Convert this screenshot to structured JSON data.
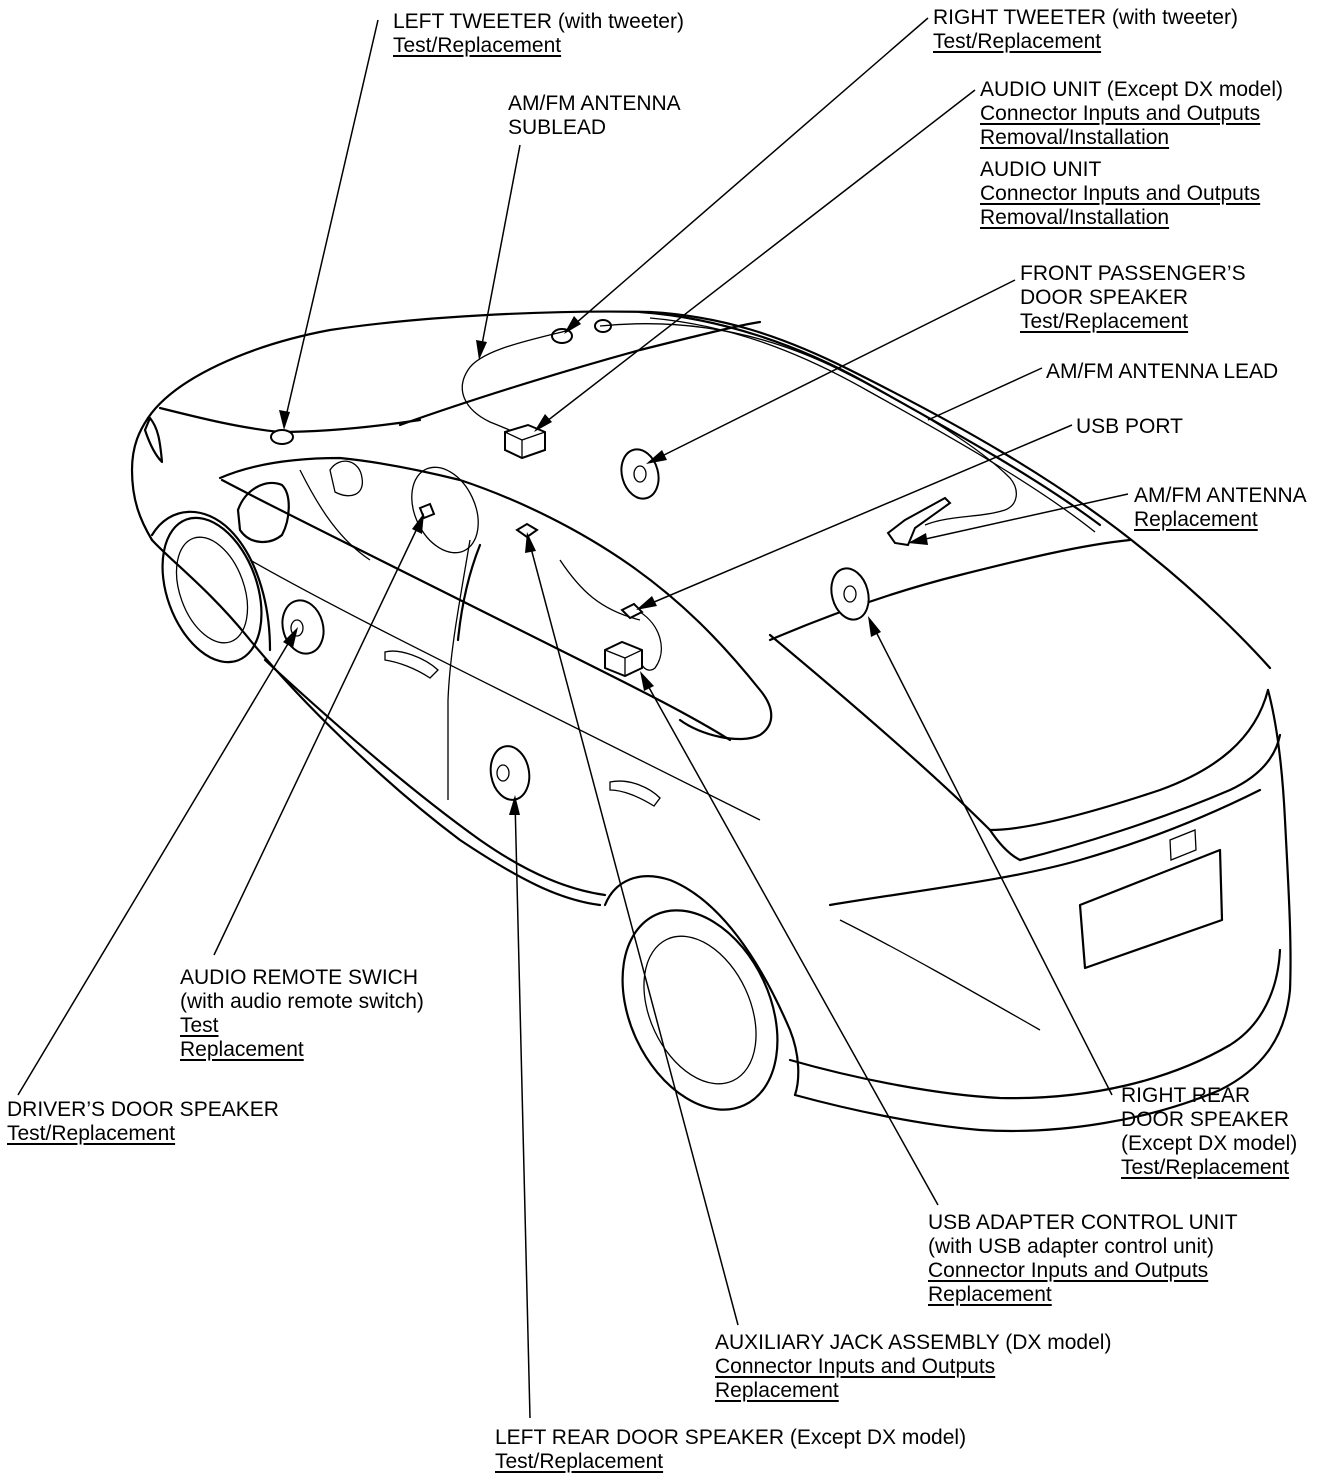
{
  "callouts": {
    "left_tweeter": {
      "name": "LEFT TWEETER (with tweeter)",
      "links": [
        "Test/Replacement"
      ]
    },
    "right_tweeter": {
      "name": "RIGHT TWEETER (with tweeter)",
      "links": [
        "Test/Replacement"
      ]
    },
    "am_fm_antenna_sublead": {
      "lines": [
        "AM/FM ANTENNA",
        "SUBLEAD"
      ]
    },
    "audio_unit_except_dx": {
      "name": "AUDIO UNIT (Except DX model)",
      "links": [
        "Connector Inputs and Outputs",
        "Removal/Installation"
      ]
    },
    "audio_unit": {
      "name": "AUDIO UNIT",
      "links": [
        "Connector Inputs and Outputs",
        "Removal/Installation"
      ]
    },
    "front_passenger_door_speaker": {
      "lines": [
        "FRONT PASSENGER’S",
        "DOOR SPEAKER"
      ],
      "links": [
        "Test/Replacement"
      ]
    },
    "am_fm_antenna_lead": {
      "name": "AM/FM ANTENNA LEAD"
    },
    "usb_port": {
      "name": "USB PORT"
    },
    "am_fm_antenna": {
      "name": "AM/FM ANTENNA",
      "links": [
        "Replacement"
      ]
    },
    "audio_remote_switch": {
      "name": "AUDIO REMOTE SWICH",
      "sub": "(with audio remote switch)",
      "links": [
        "Test",
        "Replacement"
      ]
    },
    "driver_door_speaker": {
      "name": "DRIVER’S DOOR SPEAKER",
      "links": [
        "Test/Replacement"
      ]
    },
    "right_rear_door_speaker": {
      "lines": [
        "RIGHT REAR",
        "DOOR SPEAKER",
        "(Except DX model)"
      ],
      "links": [
        "Test/Replacement"
      ]
    },
    "usb_adapter_control_unit": {
      "name": "USB ADAPTER CONTROL UNIT",
      "sub": "(with USB adapter control unit)",
      "links": [
        "Connector Inputs and Outputs",
        "Replacement"
      ]
    },
    "auxiliary_jack_assembly": {
      "name": "AUXILIARY JACK ASSEMBLY (DX model)",
      "links": [
        "Connector Inputs and Outputs",
        "Replacement"
      ]
    },
    "left_rear_door_speaker": {
      "name": "LEFT REAR DOOR SPEAKER (Except DX model)",
      "links": [
        "Test/Replacement"
      ]
    }
  }
}
